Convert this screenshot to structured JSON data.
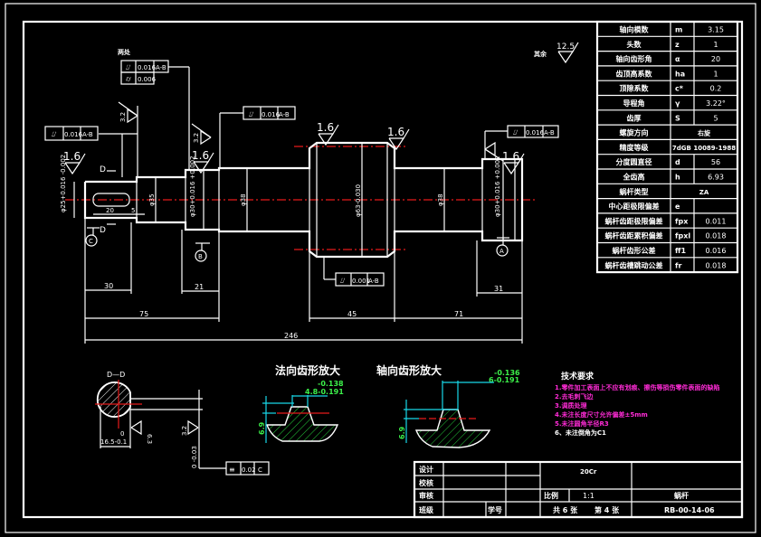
{
  "drawing": {
    "title": "蜗杆",
    "drawing_number": "RB-00-14-06",
    "material": "20Cr",
    "scale_label": "比例",
    "scale": "1:1",
    "sheets": "共 6 张",
    "sheet": "第 4 张",
    "roles": [
      "设计",
      "校核",
      "审核",
      "班级"
    ],
    "student_id_label": "学号",
    "surface_finish_note": "其余",
    "surface_finish_value": "12.5",
    "chamfer_note": "两处"
  },
  "params_table": [
    {
      "name": "轴向模数",
      "sym": "m",
      "value": "3.15"
    },
    {
      "name": "头数",
      "sym": "z",
      "value": "1"
    },
    {
      "name": "轴向齿形角",
      "sym": "α",
      "value": "20"
    },
    {
      "name": "齿顶高系数",
      "sym": "ha",
      "value": "1"
    },
    {
      "name": "顶隙系数",
      "sym": "c*",
      "value": "0.2"
    },
    {
      "name": "导程角",
      "sym": "γ",
      "value": "3.22°"
    },
    {
      "name": "齿厚",
      "sym": "S",
      "value": "5"
    },
    {
      "name": "螺旋方向",
      "sym": "",
      "value": "右旋"
    },
    {
      "name": "精度等级",
      "sym": "",
      "value": "7dGB 10089-1988"
    },
    {
      "name": "分度圆直径",
      "sym": "d",
      "value": "56"
    },
    {
      "name": "全齿高",
      "sym": "h",
      "value": "6.93"
    },
    {
      "name": "蜗杆类型",
      "sym": "",
      "value": "ZA"
    },
    {
      "name": "中心距极限偏差",
      "sym": "e",
      "value": ""
    },
    {
      "name": "蜗杆齿距极限偏差",
      "sym": "fpx",
      "value": "0.011"
    },
    {
      "name": "蜗杆齿距累积偏差",
      "sym": "fpxl",
      "value": "0.018"
    },
    {
      "name": "蜗杆齿形公差",
      "sym": "ff1",
      "value": "0.016"
    },
    {
      "name": "蜗杆齿槽跳动公差",
      "sym": "fr",
      "value": "0.018"
    }
  ],
  "tech_requirements": {
    "title": "技术要求",
    "items": [
      "1.零件加工表面上不应有划痕、擦伤等损伤零件表面的缺陷",
      "2.去毛刺飞边",
      "3.调质处理",
      "4.未注长度尺寸允许偏差±5mm",
      "5.未注圆角半径R3",
      "6、未注倒角为C1"
    ]
  },
  "views": {
    "normal_tooth": "法向齿形放大",
    "axial_tooth": "轴向齿形放大",
    "normal_tol": [
      "-0.138",
      "4.8-0.191"
    ],
    "axial_tol": [
      "-0.136",
      "6-0.191"
    ],
    "normal_height": "6.9",
    "axial_height": "6.9",
    "section_label": "D—D",
    "section_width": "16.5-0.1",
    "section_depth": "0",
    "section_roughness": "6.3"
  },
  "dimensions": {
    "len_30": "30",
    "len_21": "21",
    "len_75": "75",
    "len_45": "45",
    "len_71": "71",
    "len_31": "31",
    "len_246": "246",
    "key_20": "20",
    "key_5": "5",
    "dia_left": "φ25+0.016 -0.002",
    "dia_35": "φ35",
    "dia_mid": "φ30+0.016 +0.002",
    "dia_38": "φ38",
    "dia_worm": "φ63-0.030",
    "dia_38r": "φ38",
    "dia_right": "φ30+0.016 +0.002",
    "roughness": "1.6",
    "roughness_32": "3.2"
  },
  "tolerances": {
    "fcf_top": [
      "0.016",
      "A-B"
    ],
    "fcf_top2": "0.006",
    "fcf_left": [
      "0.016",
      "A-B"
    ],
    "fcf_mid": [
      "0.016",
      "A-B"
    ],
    "fcf_right": [
      "0.016",
      "A-B"
    ],
    "fcf_bottom": [
      "0.001",
      "A-B"
    ],
    "fcf_sym": "0.02",
    "fcf_sym_datum": "C",
    "datums": [
      "C",
      "B",
      "A"
    ],
    "section_mark": "D"
  }
}
